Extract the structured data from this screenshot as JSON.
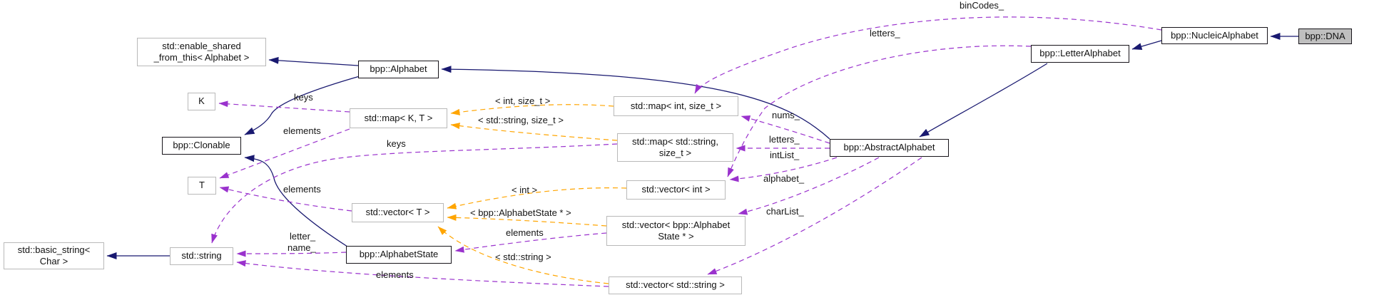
{
  "diagram_type": "class-collaboration-graph",
  "colors": {
    "inheritance_edge": "#191970",
    "member_edge": "#9a32cd",
    "template_edge": "#ffa500",
    "class_border": "#17141a",
    "external_border": "#b9b9b9",
    "current_class_fill": "#bfbfbf",
    "background": "#ffffff"
  },
  "nodes": [
    {
      "id": "basic_string",
      "lines": [
        "std::basic_string<",
        "Char >"
      ]
    },
    {
      "id": "string",
      "lines": [
        "std::string"
      ]
    },
    {
      "id": "enable_shared",
      "lines": [
        "std::enable_shared",
        "_from_this< Alphabet >"
      ]
    },
    {
      "id": "K",
      "lines": [
        "K"
      ]
    },
    {
      "id": "clonable",
      "lines": [
        "bpp::Clonable"
      ]
    },
    {
      "id": "T",
      "lines": [
        "T"
      ]
    },
    {
      "id": "alphabet",
      "lines": [
        "bpp::Alphabet"
      ]
    },
    {
      "id": "map_kt",
      "lines": [
        "std::map< K, T >"
      ]
    },
    {
      "id": "vector_t",
      "lines": [
        "std::vector< T >"
      ]
    },
    {
      "id": "alphabet_state",
      "lines": [
        "bpp::AlphabetState"
      ]
    },
    {
      "id": "map_int",
      "lines": [
        "std::map< int, size_t >"
      ]
    },
    {
      "id": "map_string",
      "lines": [
        "std::map< std::string,",
        "size_t >"
      ]
    },
    {
      "id": "vector_int",
      "lines": [
        "std::vector< int >"
      ]
    },
    {
      "id": "vector_as",
      "lines": [
        "std::vector< bpp::Alphabet",
        "State * >"
      ]
    },
    {
      "id": "vector_string",
      "lines": [
        "std::vector< std::string >"
      ]
    },
    {
      "id": "abstract",
      "lines": [
        "bpp::AbstractAlphabet"
      ]
    },
    {
      "id": "letter",
      "lines": [
        "bpp::LetterAlphabet"
      ]
    },
    {
      "id": "nucleic",
      "lines": [
        "bpp::NucleicAlphabet"
      ]
    },
    {
      "id": "dna",
      "lines": [
        "bpp::DNA"
      ]
    }
  ],
  "edge_labels": {
    "binCodes": "binCodes_",
    "letters_top": "letters_",
    "keys_k": "keys",
    "tmpl_int_sizet": "< int, size_t >",
    "tmpl_string_sizet": "< std::string, size_t >",
    "elements_map": "elements",
    "nums": "nums_",
    "keys_string": "keys",
    "letters_abstract": "letters_",
    "intList": "intList_",
    "alphabet_member": "alphabet_",
    "elements_vector_t": "elements",
    "tmpl_int": "< int >",
    "charList": "charList_",
    "tmpl_alphabetstate": "< bpp::AlphabetState * >",
    "elements_vector_as": "elements",
    "letter_member": "letter_",
    "name_member": "name_",
    "tmpl_string": "< std::string >",
    "elements_vector_string": "elements"
  },
  "inheritance": [
    {
      "from": "bpp::DNA",
      "to": "bpp::NucleicAlphabet"
    },
    {
      "from": "bpp::NucleicAlphabet",
      "to": "bpp::LetterAlphabet"
    },
    {
      "from": "bpp::LetterAlphabet",
      "to": "bpp::AbstractAlphabet"
    },
    {
      "from": "bpp::AbstractAlphabet",
      "to": "bpp::Alphabet"
    },
    {
      "from": "bpp::Alphabet",
      "to": "std::enable_shared_from_this< Alphabet >"
    },
    {
      "from": "bpp::Alphabet",
      "to": "bpp::Clonable"
    },
    {
      "from": "bpp::AlphabetState",
      "to": "bpp::Clonable"
    },
    {
      "from": "std::string",
      "to": "std::basic_string< Char >"
    }
  ],
  "members": [
    {
      "owner": "bpp::NucleicAlphabet",
      "member": "binCodes_",
      "type": "std::map< int, size_t >"
    },
    {
      "owner": "bpp::LetterAlphabet",
      "member": "letters_",
      "type": "std::vector< int >"
    },
    {
      "owner": "bpp::AbstractAlphabet",
      "member": "nums_",
      "type": "std::map< int, size_t >"
    },
    {
      "owner": "bpp::AbstractAlphabet",
      "member": "letters_",
      "type": "std::map< std::string, size_t >"
    },
    {
      "owner": "bpp::AbstractAlphabet",
      "member": "intList_",
      "type": "std::vector< int >"
    },
    {
      "owner": "bpp::AbstractAlphabet",
      "member": "alphabet_",
      "type": "std::vector< bpp::AlphabetState * >"
    },
    {
      "owner": "bpp::AbstractAlphabet",
      "member": "charList_",
      "type": "std::vector< std::string >"
    },
    {
      "owner": "std::map< K, T >",
      "member": "keys",
      "type": "K"
    },
    {
      "owner": "std::map< K, T >",
      "member": "elements",
      "type": "T"
    },
    {
      "owner": "std::vector< T >",
      "member": "elements",
      "type": "T"
    },
    {
      "owner": "std::map< std::string, size_t >",
      "member": "keys",
      "type": "std::string"
    },
    {
      "owner": "std::vector< std::string >",
      "member": "elements",
      "type": "std::string"
    },
    {
      "owner": "std::vector< bpp::AlphabetState * >",
      "member": "elements",
      "type": "bpp::AlphabetState"
    },
    {
      "owner": "bpp::AlphabetState",
      "member": "letter_ name_",
      "type": "std::string"
    }
  ],
  "template_instantiations": [
    {
      "instance": "std::map< int, size_t >",
      "template": "std::map< K, T >",
      "args": "< int, size_t >"
    },
    {
      "instance": "std::map< std::string, size_t >",
      "template": "std::map< K, T >",
      "args": "< std::string, size_t >"
    },
    {
      "instance": "std::vector< int >",
      "template": "std::vector< T >",
      "args": "< int >"
    },
    {
      "instance": "std::vector< bpp::AlphabetState * >",
      "template": "std::vector< T >",
      "args": "< bpp::AlphabetState * >"
    },
    {
      "instance": "std::vector< std::string >",
      "template": "std::vector< T >",
      "args": "< std::string >"
    }
  ]
}
